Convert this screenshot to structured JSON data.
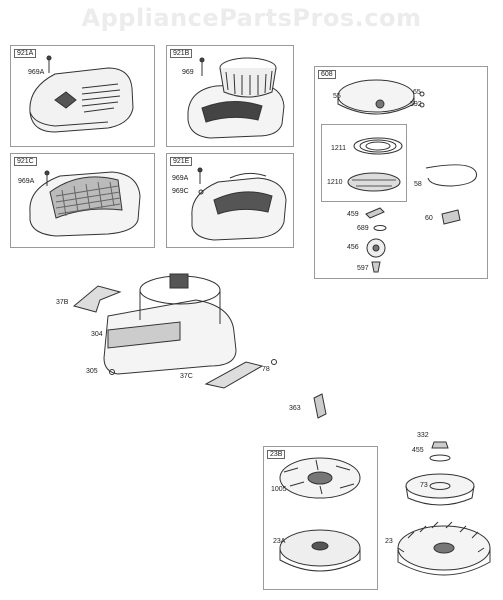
{
  "watermark": "AppliancePartsPros.com",
  "boxes": {
    "b921A": "921A",
    "b921B": "921B",
    "b921C": "921C",
    "b921E": "921E",
    "b608": "608",
    "b23B": "23B"
  },
  "labels": {
    "l969A_1": "969A",
    "l969": "969",
    "l969A_2": "969A",
    "l969A_3": "969A",
    "l969C": "969C",
    "l55": "55",
    "l65": "65",
    "l592": "592",
    "l1211": "1211",
    "l1210": "1210",
    "l58": "58",
    "l459": "459",
    "l689": "689",
    "l60": "60",
    "l456": "456",
    "l597": "597",
    "l37B": "37B",
    "l304": "304",
    "l305": "305",
    "l37C": "37C",
    "l78": "78",
    "l363": "363",
    "l332": "332",
    "l455": "455",
    "l1005": "1005",
    "l73": "73",
    "l23A": "23A",
    "l23": "23"
  }
}
